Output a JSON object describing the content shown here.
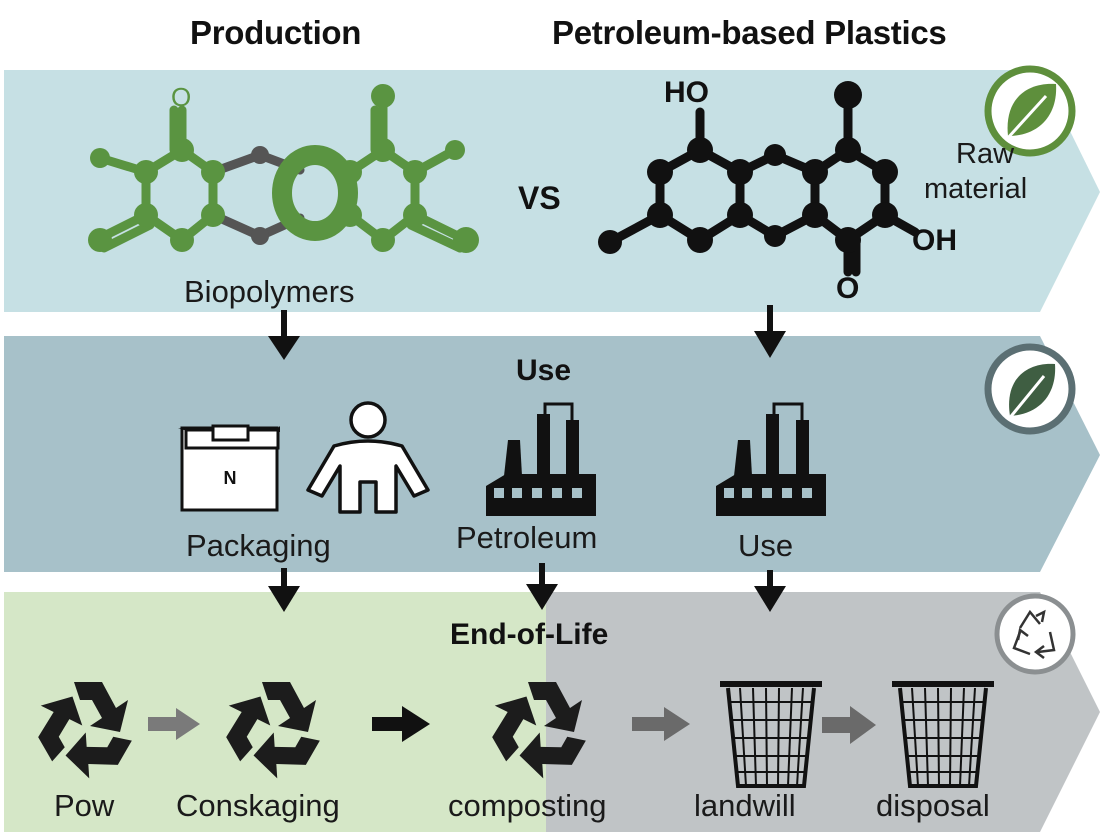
{
  "headers": {
    "production": "Production",
    "petroleum": "Petroleum-based Plastics"
  },
  "row1": {
    "vs": "VS",
    "bio_label": "Biopolymers",
    "raw_material": [
      "Raw",
      "material"
    ],
    "atoms": {
      "bio_top_left": "O",
      "petro_ho": "HO",
      "petro_oh": "OH",
      "petro_o": "O"
    }
  },
  "row2": {
    "title": "Use",
    "box_letter": "N",
    "labels": {
      "packaging": "Packaging",
      "petroleum": "Petroleum",
      "use": "Use"
    }
  },
  "row3": {
    "title": "End-of-Life",
    "labels": {
      "pow": "Pow",
      "conskaging": "Conskaging",
      "composting": "composting",
      "landwill": "landwill",
      "disposal": "disposal"
    }
  },
  "colors": {
    "band1": "#c6e0e4",
    "band2": "#a7c1c9",
    "band3_green": "#d5e7c7",
    "band3_gray": "#c0c4c6",
    "bio_green": "#5a9441",
    "leaf_green": "#5e8f3c",
    "leaf_dark": "#3f5e42"
  },
  "icons": [
    "leaf-icon",
    "box-icon",
    "person-icon",
    "factory-icon",
    "recycle-icon",
    "trash-bin-icon",
    "arrow-icon"
  ]
}
